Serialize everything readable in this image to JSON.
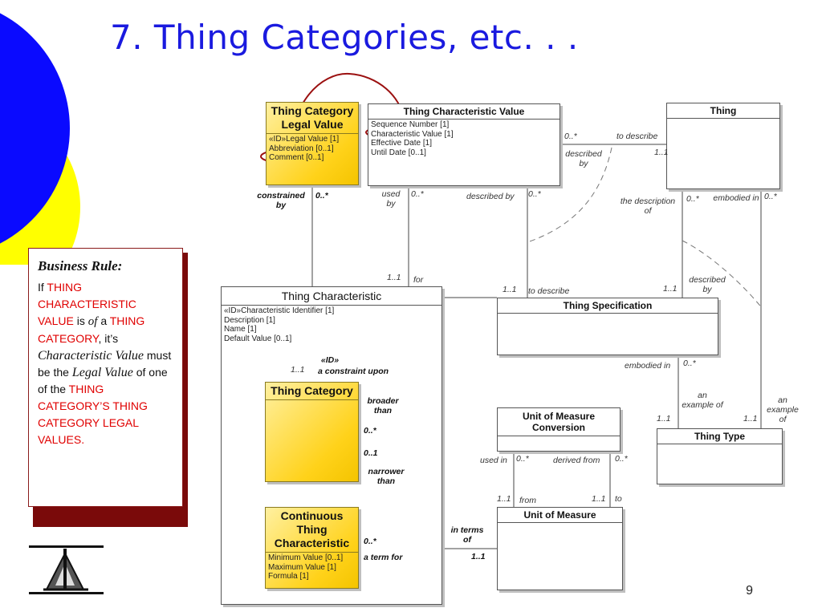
{
  "slide": {
    "title": "7.  Thing Categories, etc. . .",
    "page_number": "9"
  },
  "business_rule": {
    "heading": "Business Rule:",
    "t1": "If ",
    "t2": "THING CHARACTERISTIC VALUE",
    "t3": " is ",
    "t4": "of",
    "t5": " a ",
    "t6": "THING CATEGORY",
    "t7": ", it’s ",
    "t8": "Characteristic Value",
    "t9": " must be the ",
    "t10": "Legal Value",
    "t11": " of one of the ",
    "t12": "THING CATEGORY’S  THING CATEGORY LEGAL VALUES."
  },
  "entities": {
    "tclv": {
      "name": "Thing Category Legal Value",
      "attrs": [
        "«ID»Legal Value [1]",
        "Abbreviation [0..1]",
        "Comment [0..1]"
      ]
    },
    "tcv": {
      "name": "Thing Characteristic Value",
      "attrs": [
        "Sequence Number [1]",
        "Characteristic Value [1]",
        "Effective Date [1]",
        "Until Date [0..1]"
      ]
    },
    "thing": {
      "name": "Thing",
      "attrs": []
    },
    "tc": {
      "name": "Thing Characteristic",
      "attrs": [
        "«ID»Characteristic Identifier [1]",
        "Description [1]",
        "Name [1]",
        "Default Value [0..1]"
      ]
    },
    "tcat": {
      "name": "Thing Category",
      "attrs": []
    },
    "ctc": {
      "name": "Continuous Thing Characteristic",
      "attrs": [
        "Minimum Value [0..1]",
        "Maximum Value [1]",
        "Formula [1]"
      ]
    },
    "ts": {
      "name": "Thing Specification",
      "attrs": []
    },
    "umc": {
      "name": "Unit of Measure Conversion",
      "attrs": []
    },
    "um": {
      "name": "Unit of Measure",
      "attrs": []
    },
    "tt": {
      "name": "Thing Type",
      "attrs": []
    }
  },
  "labels": {
    "constrained_by": "constrained by",
    "m_0n_a": "0..*",
    "to_describe_1": "to describe",
    "m_0n_b": "0..*",
    "described_by_1": "described by",
    "m_11_a": "1..1",
    "used_by": "used by",
    "m_0n_c": "0..*",
    "described_by_2": "described by",
    "m_0n_d": "0..*",
    "the_description_of": "the description of",
    "m_0n_e": "0..*",
    "embodied_in_1": "embodied in",
    "m_0n_f": "0..*",
    "m_11_b": "1..1",
    "for": "for",
    "m_11_c": "1..1",
    "to_describe_2": "to describe",
    "m_11_d": "1..1",
    "described_by_3": "described by",
    "id_stereo": "«ID»",
    "a_constraint_upon": "a constraint upon",
    "m_11_e": "1..1",
    "embodied_in_2": "embodied in",
    "m_0n_g": "0..*",
    "broader_than": "broader than",
    "m_0n_h": "0..*",
    "m_01": "0..1",
    "narrower_than": "narrower than",
    "an_example_of_1": "an example of",
    "m_11_f": "1..1",
    "an_example_of_2": "an example of",
    "m_11_g": "1..1",
    "used_in": "used in",
    "m_0n_i": "0..*",
    "derived_from": "derived from",
    "m_0n_j": "0..*",
    "m_11_h": "1..1",
    "from": "from",
    "m_11_i": "1..1",
    "to": "to",
    "in_terms_of": "in terms of",
    "m_0n_k": "0..*",
    "a_term_for": "a term for",
    "m_11_j": "1..1"
  },
  "colors": {
    "title_blue": "#1a1adf",
    "circle_blue": "#0a0aff",
    "circle_yellow": "#ffff00",
    "entity_yellow": "#ffd21a",
    "highlight_red": "#9b1010",
    "rule_red": "#e00000"
  }
}
